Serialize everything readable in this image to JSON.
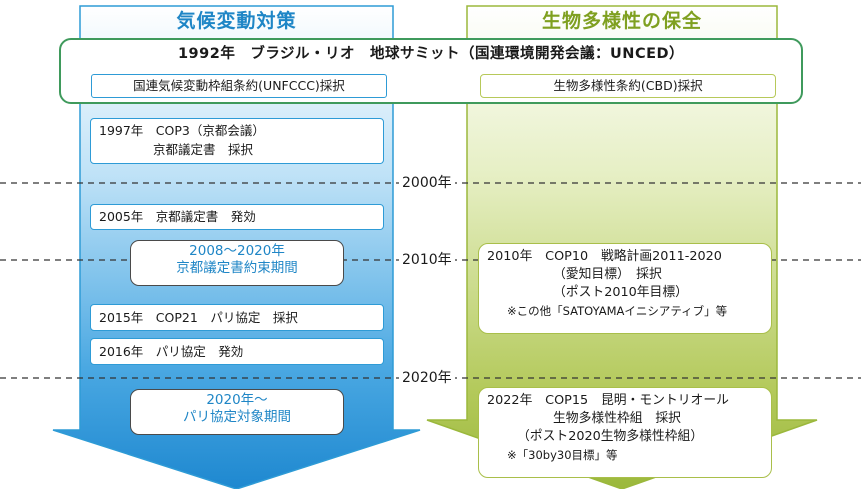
{
  "columns": {
    "climate_title": "気候変動対策",
    "bio_title": "生物多様性の保全"
  },
  "summit": {
    "title": "1992年　ブラジル・リオ　地球サミット（国連環境開発会議：UNCED）",
    "unfccc": "国連気候変動枠組条約(UNFCCC)採択",
    "cbd": "生物多様性条約(CBD)採択"
  },
  "climate_events": {
    "cop3_line1": "1997年　COP3（京都会議）",
    "cop3_line2": "京都議定書　採択",
    "kyoto_effect": "2005年　京都議定書　発効",
    "kyoto_period_line1": "2008～2020年",
    "kyoto_period_line2": "京都議定書約束期間",
    "paris_adopt": "2015年　COP21　パリ協定　採択",
    "paris_effect": "2016年　パリ協定　発効",
    "paris_period_line1": "2020年～",
    "paris_period_line2": "パリ協定対象期間"
  },
  "bio_events": {
    "cop10_line1": "2010年　COP10　戦略計画2011-2020",
    "cop10_line2": "（愛知目標）　採択",
    "cop10_line3": "（ポスト2010年目標）",
    "cop10_note": "※この他「SATOYAMAイニシアティブ」等",
    "cop15_line1": "2022年　COP15　昆明・モントリオール",
    "cop15_line2": "生物多様性枠組　採択",
    "cop15_line3": "（ポスト2020生物多様性枠組）",
    "cop15_note": "※「30by30目標」等"
  },
  "timeline": {
    "y2000": "2000年",
    "y2010": "2010年",
    "y2020": "2020年"
  },
  "colors": {
    "climate_blue": "#1f86c6",
    "bio_green": "#8aa828",
    "summit_border": "#3f9a5c"
  }
}
